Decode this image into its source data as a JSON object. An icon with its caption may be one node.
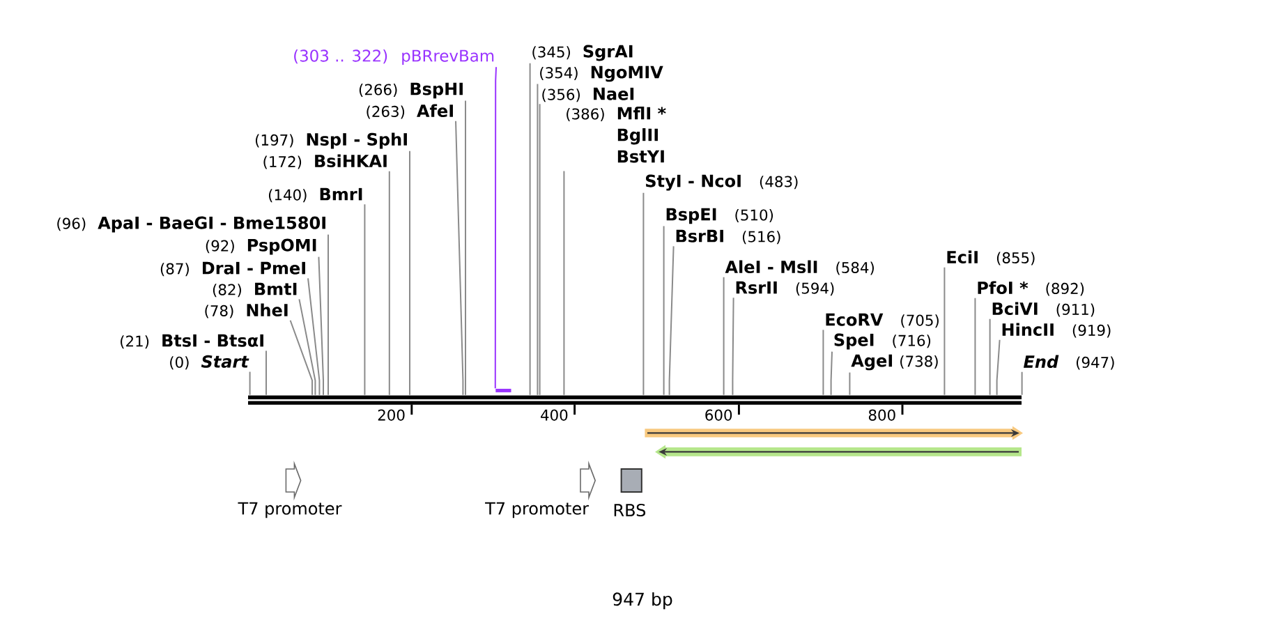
{
  "diagram": {
    "caption": "947 bp",
    "nodes": [
      {
        "text": [
          "(303 .. 322)",
          "pBRrevBam"
        ]
      },
      {
        "text": [
          "(266)",
          "BspHI"
        ]
      },
      {
        "text": [
          "(263)",
          "AfeI"
        ]
      },
      {
        "text": [
          "(197)",
          "NspI - SphI"
        ]
      },
      {
        "text": [
          "(172)",
          "BsiHKAI"
        ]
      },
      {
        "text": [
          "StyI - NcoI",
          "(483)"
        ]
      },
      {
        "text": [
          "(140)",
          "BmrI"
        ]
      },
      {
        "text": [
          "BspEI",
          "(510)"
        ]
      },
      {
        "text": [
          "(96)",
          "ApaI - BaeGI - Bme1580I"
        ]
      },
      {
        "text": [
          "BsrBI",
          "(516)"
        ]
      },
      {
        "text": [
          "(92)",
          "PspOMI"
        ]
      },
      {
        "text": [
          "(386)",
          "MflI *",
          "BglII",
          "BstYI"
        ]
      },
      {
        "text": [
          "EciI",
          "(855)"
        ]
      },
      {
        "text": [
          "AleI - MslI",
          "(584)"
        ]
      },
      {
        "text": [
          "(87)",
          "DraI - PmeI"
        ]
      },
      {
        "text": [
          "(82)",
          "BmtI"
        ]
      },
      {
        "text": [
          "RsrII",
          "(594)"
        ]
      },
      {
        "text": [
          "PfoI *",
          "(892)"
        ]
      },
      {
        "text": [
          "BciVI",
          "(911)"
        ]
      },
      {
        "text": [
          "(78)",
          "NheI"
        ]
      },
      {
        "text": [
          "(356)",
          "NaeI"
        ]
      },
      {
        "text": [
          "EcoRV",
          "(705)"
        ]
      },
      {
        "text": [
          "HincII",
          "(919)"
        ]
      },
      {
        "text": [
          "(21)",
          "BtsI - BtsαI"
        ]
      },
      {
        "text": [
          "(354)",
          "NgoMIV"
        ]
      },
      {
        "text": [
          "SpeI",
          "(716)"
        ]
      },
      {
        "text": [
          "(0)",
          "Start"
        ]
      },
      {
        "text": [
          "(345)",
          "SgrAI"
        ]
      },
      {
        "text": [
          "AgeI",
          "(738)"
        ]
      },
      {
        "text": [
          "End",
          "(947)"
        ]
      },
      {
        "text": [],
        "shape": "bar"
      },
      {
        "text": [],
        "shape": "bar"
      },
      {
        "text": [
          "T7 promoter"
        ]
      },
      {
        "text": [
          "T7 promoter"
        ]
      },
      {
        "text": [
          "RBS"
        ]
      }
    ],
    "edges": [
      {
        "from": 0,
        "to": 31,
        "arrow": "none",
        "color": "#9933ff"
      },
      {
        "from": 1,
        "to": 30,
        "arrow": "none"
      },
      {
        "from": 2,
        "to": 30,
        "arrow": "none"
      },
      {
        "from": 3,
        "to": 30,
        "arrow": "none"
      },
      {
        "from": 4,
        "to": 30,
        "arrow": "none"
      },
      {
        "from": 5,
        "to": 30,
        "arrow": "none"
      },
      {
        "from": 6,
        "to": 30,
        "arrow": "none"
      },
      {
        "from": 7,
        "to": 30,
        "arrow": "none"
      },
      {
        "from": 8,
        "to": 30,
        "arrow": "none"
      },
      {
        "from": 9,
        "to": 30,
        "arrow": "none"
      },
      {
        "from": 10,
        "to": 30,
        "arrow": "none"
      },
      {
        "from": 11,
        "to": 30,
        "arrow": "none"
      },
      {
        "from": 12,
        "to": 30,
        "arrow": "none"
      },
      {
        "from": 13,
        "to": 30,
        "arrow": "none"
      },
      {
        "from": 14,
        "to": 30,
        "arrow": "none"
      },
      {
        "from": 15,
        "to": 30,
        "arrow": "none"
      },
      {
        "from": 16,
        "to": 30,
        "arrow": "none"
      },
      {
        "from": 17,
        "to": 30,
        "arrow": "none"
      },
      {
        "from": 18,
        "to": 30,
        "arrow": "none"
      },
      {
        "from": 19,
        "to": 30,
        "arrow": "none"
      },
      {
        "from": 20,
        "to": 30,
        "arrow": "none"
      },
      {
        "from": 21,
        "to": 30,
        "arrow": "none"
      },
      {
        "from": 22,
        "to": 30,
        "arrow": "none"
      },
      {
        "from": 23,
        "to": 30,
        "arrow": "none"
      },
      {
        "from": 24,
        "to": 30,
        "arrow": "none"
      },
      {
        "from": 25,
        "to": 30,
        "arrow": "none"
      },
      {
        "from": 26,
        "to": 30,
        "arrow": "none"
      },
      {
        "from": 27,
        "to": 30,
        "arrow": "none"
      },
      {
        "from": 28,
        "to": 30,
        "arrow": "none"
      },
      {
        "from": 29,
        "to": 30,
        "arrow": "none"
      }
    ],
    "labels": [
      "200",
      "400",
      "600",
      "800"
    ]
  }
}
